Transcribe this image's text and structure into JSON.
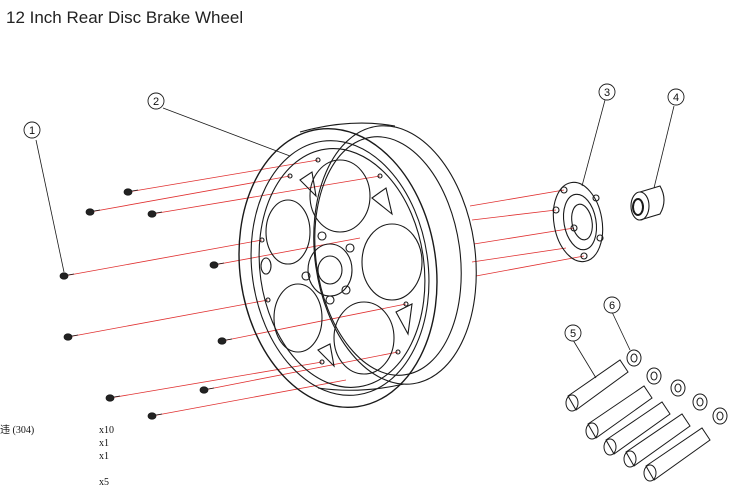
{
  "title": "12 Inch Rear Disc Brake Wheel",
  "callouts": [
    "1",
    "2",
    "3",
    "4",
    "5",
    "6"
  ],
  "legend": {
    "material_fragment": "违 (304)",
    "quantities": [
      "x10",
      "x1",
      "x1",
      "x5"
    ]
  },
  "colors": {
    "guide_lines": "#e03030",
    "line_art": "#1a1a1a",
    "background": "#ffffff"
  }
}
